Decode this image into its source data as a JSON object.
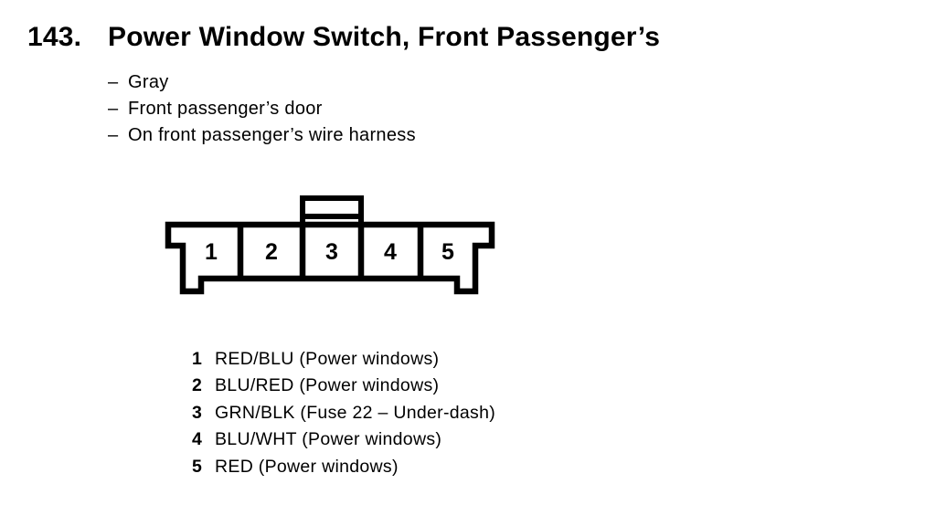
{
  "page": {
    "background": "#ffffff",
    "ink": "#000000"
  },
  "header": {
    "number": "143.",
    "title": "Power Window Switch, Front Passenger’s"
  },
  "bullet_char": "–",
  "details": [
    {
      "text": "Gray"
    },
    {
      "text": "Front passenger’s door"
    },
    {
      "text": "On front passenger’s wire harness"
    }
  ],
  "connector": {
    "description": "5-pin connector, front view, latch tab on top",
    "pins": [
      "1",
      "2",
      "3",
      "4",
      "5"
    ]
  },
  "pin_list": [
    {
      "pin": "1",
      "desc": "RED/BLU (Power windows)"
    },
    {
      "pin": "2",
      "desc": "BLU/RED (Power windows)"
    },
    {
      "pin": "3",
      "desc": "GRN/BLK (Fuse 22 – Under-dash)"
    },
    {
      "pin": "4",
      "desc": "BLU/WHT (Power windows)"
    },
    {
      "pin": "5",
      "desc": "RED (Power windows)"
    }
  ]
}
